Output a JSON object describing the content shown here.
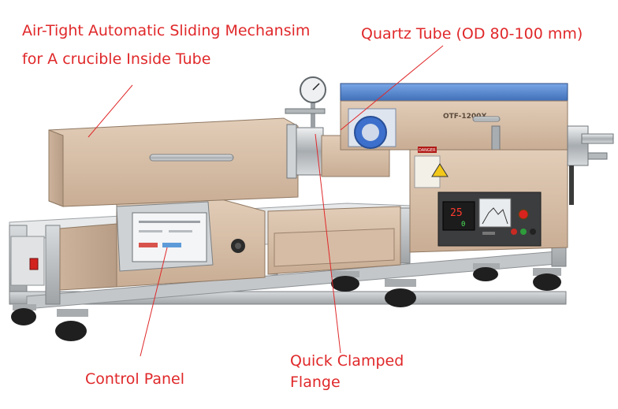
{
  "annotations": {
    "sliding_mechanism_line1": "Air-Tight Automatic Sliding Mechansim",
    "sliding_mechanism_line2": "for A crucible Inside Tube",
    "quartz_tube": "Quartz Tube (OD 80-100 mm)",
    "flange_line1": "Quick Clamped",
    "flange_line2": "Flange",
    "control_panel": "Control Panel"
  },
  "device": {
    "furnace_badge": "OTF-1200X",
    "controller_display_top": "25",
    "controller_display_bottom": "0",
    "warning_tag": "DANGER"
  },
  "colors": {
    "label_red": "#e0282a",
    "cabinet_tan": "#d8bfa8",
    "lid_blue": "#5a8bd6",
    "frame_gray": "#b9bcbf"
  }
}
